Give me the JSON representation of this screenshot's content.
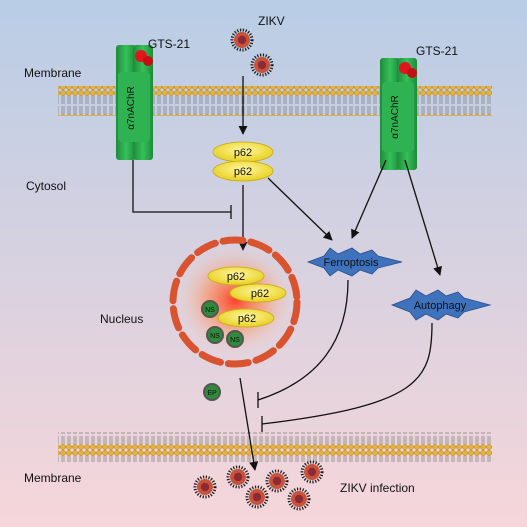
{
  "labels": {
    "zikv_top": "ZIKV",
    "gts_left": "GTS-21",
    "gts_right": "GTS-21",
    "membrane_top": "Membrane",
    "membrane_bottom": "Membrane",
    "cytosol": "Cytosol",
    "nucleus": "Nucleus",
    "receptor_left": "α7nAChR",
    "receptor_right": "α7nAChR",
    "p62_a": "p62",
    "p62_b": "p62",
    "p62_c": "p62",
    "p62_d": "p62",
    "p62_e": "p62",
    "ns_a": "NS",
    "ns_b": "NS",
    "ns_c": "NS",
    "ep": "EP",
    "ferroptosis": "Ferroptosis",
    "autophagy": "Autophagy",
    "zikv_infection": "ZIKV infection"
  },
  "colors": {
    "bg_top": "#b9cde6",
    "bg_bottom": "#f6d6da",
    "receptor": "#29a84a",
    "agonist": "#e0161c",
    "p62_fill": "#f6e633",
    "burst": "#3f72bd",
    "envelope": "#c9523a",
    "virus_core": "#8c2a36",
    "ns_fill": "#2f8a3a"
  },
  "icons": {
    "virus": "virus-icon",
    "agonist": "gts21-molecule-icon",
    "receptor": "receptor-icon"
  }
}
